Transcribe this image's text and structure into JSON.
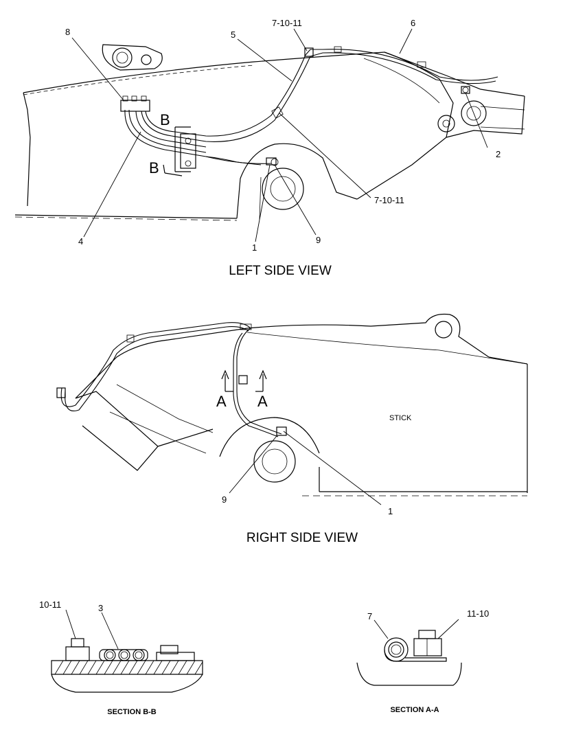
{
  "left_view": {
    "title": "LEFT SIDE VIEW",
    "callouts": {
      "c8": "8",
      "c5": "5",
      "c7_10_11_top": "7-10-11",
      "c6": "6",
      "c2": "2",
      "c7_10_11_mid": "7-10-11",
      "c4": "4",
      "c1": "1",
      "c9": "9"
    },
    "section_marks": [
      "B",
      "B"
    ]
  },
  "right_view": {
    "title": "RIGHT SIDE VIEW",
    "part_label": "STICK",
    "callouts": {
      "c9": "9",
      "c1": "1"
    },
    "section_marks": [
      "A",
      "A"
    ]
  },
  "section_bb": {
    "title": "SECTION B-B",
    "callouts": {
      "c10_11": "10-11",
      "c3": "3"
    }
  },
  "section_aa": {
    "title": "SECTION A-A",
    "callouts": {
      "c7": "7",
      "c11_10": "11-10"
    }
  }
}
